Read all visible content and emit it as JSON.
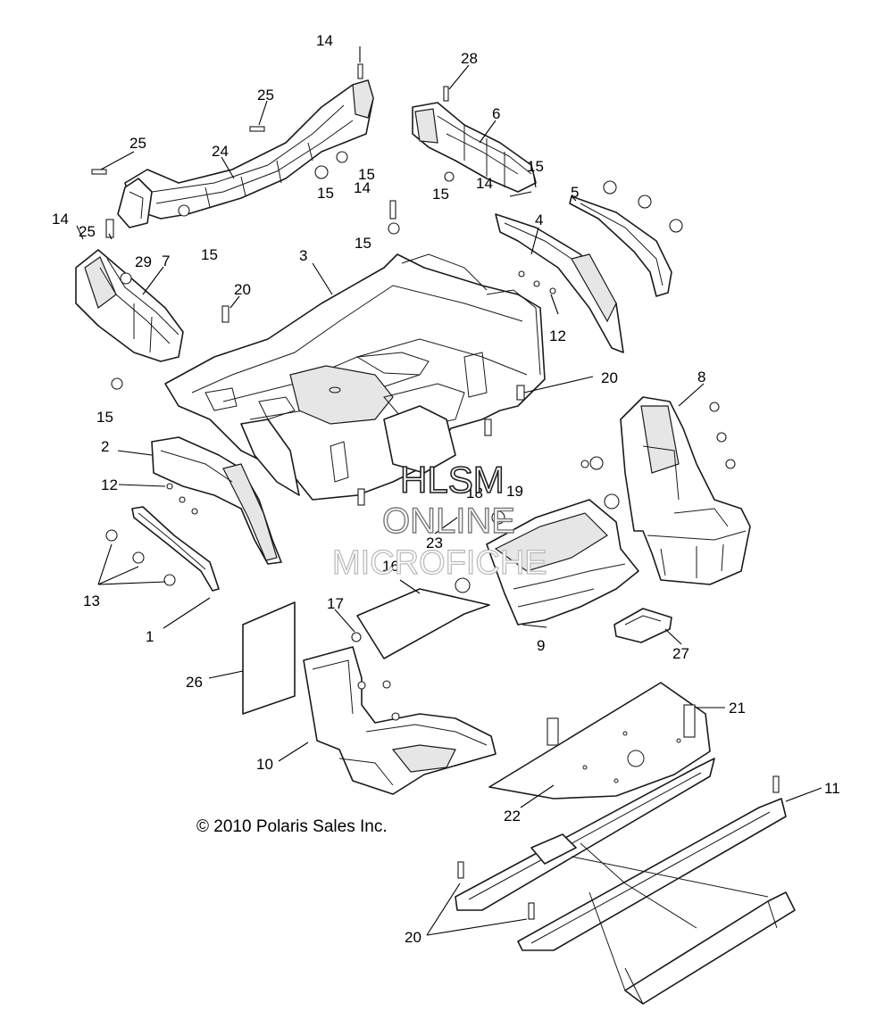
{
  "callouts": [
    {
      "id": "14a",
      "text": "14"
    },
    {
      "id": "28",
      "text": "28"
    },
    {
      "id": "25a",
      "text": "25"
    },
    {
      "id": "6",
      "text": "6"
    },
    {
      "id": "25b",
      "text": "25"
    },
    {
      "id": "24",
      "text": "24"
    },
    {
      "id": "15a",
      "text": "15"
    },
    {
      "id": "15b",
      "text": "15"
    },
    {
      "id": "15c",
      "text": "15"
    },
    {
      "id": "15d",
      "text": "15"
    },
    {
      "id": "14b",
      "text": "14"
    },
    {
      "id": "14c",
      "text": "14"
    },
    {
      "id": "5",
      "text": "5"
    },
    {
      "id": "14d",
      "text": "14"
    },
    {
      "id": "25c",
      "text": "25"
    },
    {
      "id": "15e",
      "text": "15"
    },
    {
      "id": "4",
      "text": "4"
    },
    {
      "id": "29",
      "text": "29"
    },
    {
      "id": "7",
      "text": "7"
    },
    {
      "id": "3",
      "text": "3"
    },
    {
      "id": "15f",
      "text": "15"
    },
    {
      "id": "20a",
      "text": "20"
    },
    {
      "id": "12a",
      "text": "12"
    },
    {
      "id": "20b",
      "text": "20"
    },
    {
      "id": "8",
      "text": "8"
    },
    {
      "id": "15g",
      "text": "15"
    },
    {
      "id": "2",
      "text": "2"
    },
    {
      "id": "12b",
      "text": "12"
    },
    {
      "id": "18",
      "text": "18"
    },
    {
      "id": "19",
      "text": "19"
    },
    {
      "id": "23",
      "text": "23"
    },
    {
      "id": "13",
      "text": "13"
    },
    {
      "id": "16",
      "text": "16"
    },
    {
      "id": "17",
      "text": "17"
    },
    {
      "id": "1",
      "text": "1"
    },
    {
      "id": "9",
      "text": "9"
    },
    {
      "id": "27",
      "text": "27"
    },
    {
      "id": "26",
      "text": "26"
    },
    {
      "id": "21",
      "text": "21"
    },
    {
      "id": "10",
      "text": "10"
    },
    {
      "id": "22",
      "text": "22"
    },
    {
      "id": "11",
      "text": "11"
    },
    {
      "id": "20c",
      "text": "20"
    }
  ],
  "copyright": "© 2010 Polaris Sales Inc.",
  "watermark": {
    "line1": "HLSM",
    "line2": "ONLINE",
    "line3": "MICROFICHE"
  }
}
